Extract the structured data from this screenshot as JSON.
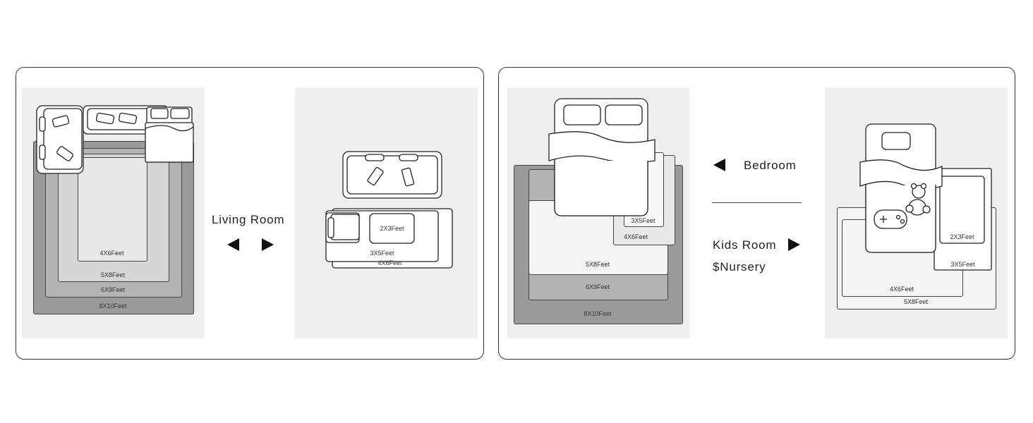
{
  "left_scene": {
    "room_label": "Living Room",
    "sizes": [
      "4X6Feet",
      "5X8Feet",
      "6X9Feet",
      "8X10Feet"
    ],
    "small_sizes": [
      "2X3Feet",
      "3X5Feet",
      "4X6Feet"
    ]
  },
  "right_scene": {
    "bedroom_label": "Bedroom",
    "kids_label": "Kids Room",
    "nursery_label": "$Nursery",
    "bed_sizes": [
      "3X5Feet",
      "4X6Feet",
      "5X8Feet",
      "6X9Feet",
      "8X10Feet"
    ],
    "kids_sizes": [
      "2X3Feet",
      "3X5Feet",
      "4X6Feet",
      "5X8Feet"
    ]
  }
}
